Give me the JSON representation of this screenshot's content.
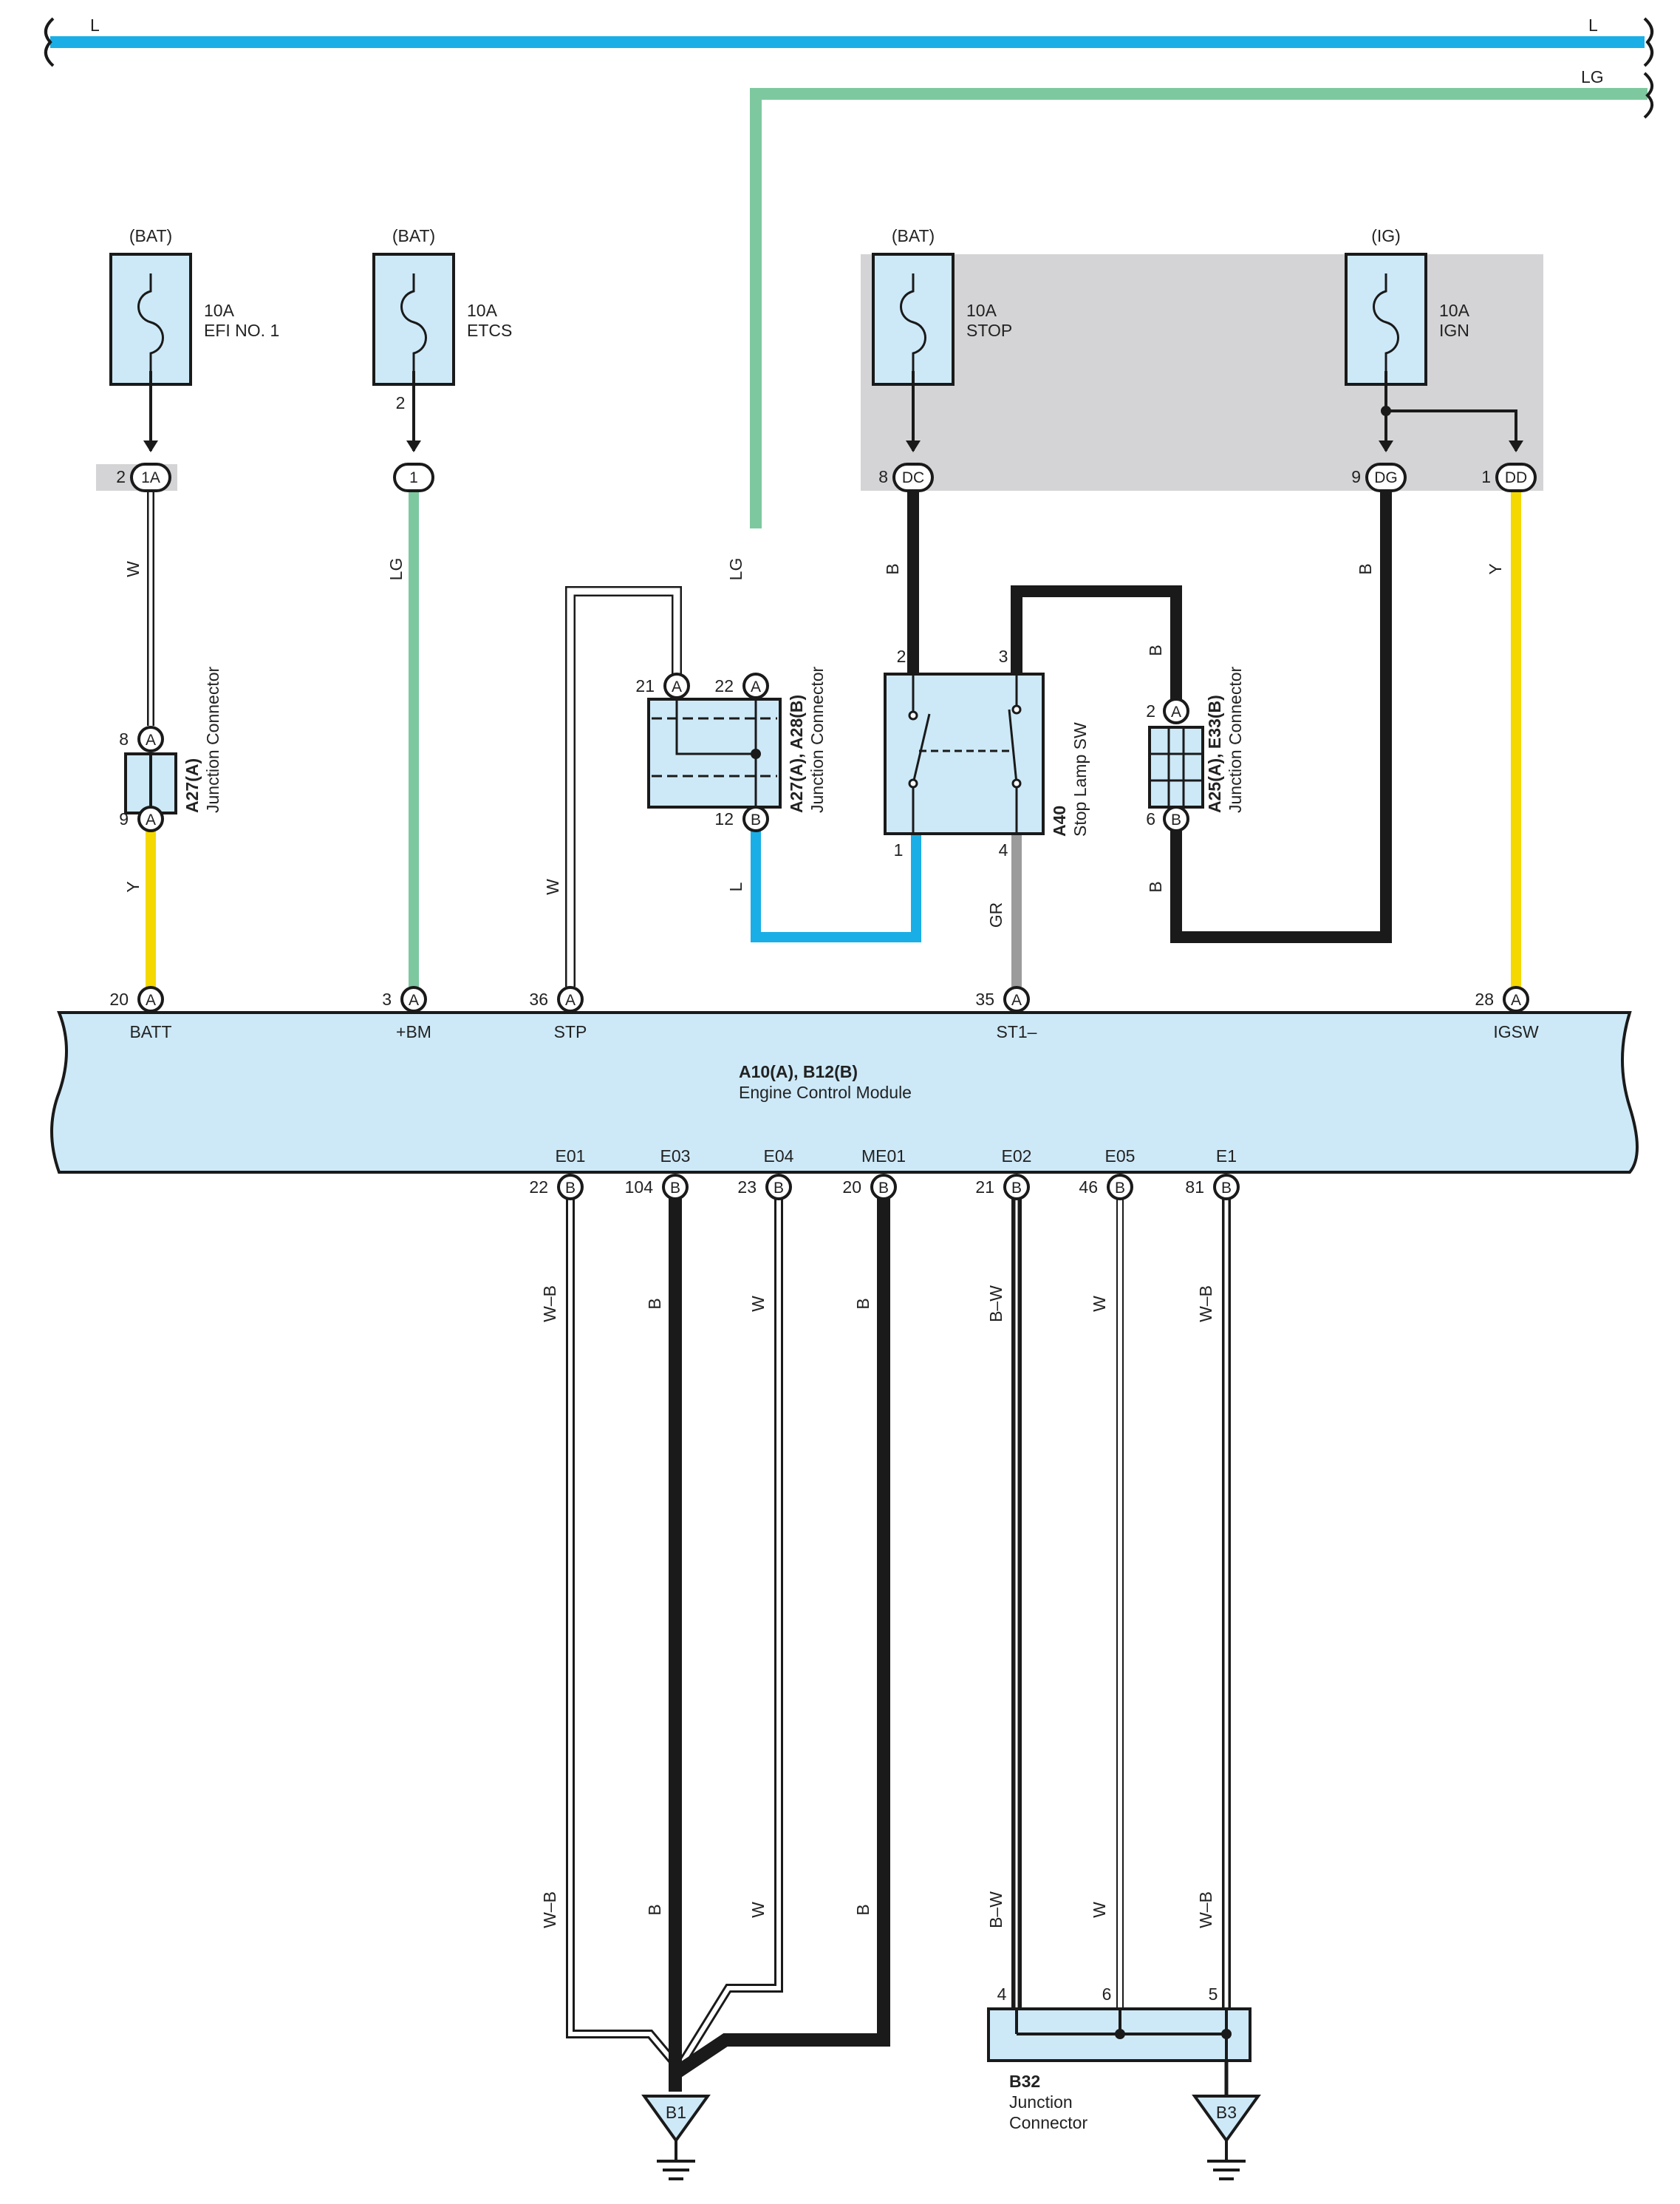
{
  "colors": {
    "L": "#1aaee6",
    "LG": "#7ec8a0",
    "Y": "#f5d800",
    "B": "#1a1a1a",
    "GR": "#9b9b9b",
    "component_fill": "#cde9f8",
    "shade": "#d4d4d6"
  },
  "bus": {
    "top_label_left": "L",
    "top_label_right": "L",
    "second_label": "LG"
  },
  "fuses": [
    {
      "id": "efi",
      "source": "(BAT)",
      "rating": "10A",
      "name": "EFI NO. 1"
    },
    {
      "id": "etcs",
      "source": "(BAT)",
      "rating": "10A",
      "name": "ETCS"
    },
    {
      "id": "stop",
      "source": "(BAT)",
      "rating": "10A",
      "name": "STOP"
    },
    {
      "id": "ign",
      "source": "(IG)",
      "rating": "10A",
      "name": "IGN"
    }
  ],
  "junction_blocks": {
    "efi": {
      "pin": "2",
      "code": "1A"
    },
    "etcs_pin_above": "2",
    "etcs": {
      "code": "1"
    },
    "stop": {
      "pin": "8",
      "code": "DC"
    },
    "ign_dg": {
      "pin": "9",
      "code": "DG"
    },
    "ign_dd": {
      "pin": "1",
      "code": "DD"
    }
  },
  "connectors": {
    "a27": {
      "id": "A27(A)",
      "name": "Junction Connector",
      "pin_top": "8",
      "pin_bottom": "9",
      "letter": "A"
    },
    "a27a28": {
      "id": "A27(A), A28(B)",
      "name": "Junction Connector",
      "pin_a1": "21",
      "pin_a2": "22",
      "pin_b": "12",
      "letter_a": "A",
      "letter_b": "B"
    },
    "a40": {
      "id": "A40",
      "name": "Stop Lamp SW",
      "pin_2": "2",
      "pin_3": "3",
      "pin_1": "1",
      "pin_4": "4"
    },
    "a25e33": {
      "id": "A25(A), E33(B)",
      "name": "Junction Connector",
      "pin_top": "2",
      "pin_bottom": "6",
      "letter_a": "A",
      "letter_b": "B"
    },
    "b32": {
      "id": "B32",
      "name_line1": "Junction",
      "name_line2": "Connector",
      "pin_4": "4",
      "pin_6": "6",
      "pin_5": "5"
    }
  },
  "ecm": {
    "id": "A10(A), B12(B)",
    "name": "Engine Control Module",
    "top_terminals": [
      {
        "pin": "20",
        "conn": "A",
        "label": "BATT"
      },
      {
        "pin": "3",
        "conn": "A",
        "label": "+BM"
      },
      {
        "pin": "36",
        "conn": "A",
        "label": "STP"
      },
      {
        "pin": "35",
        "conn": "A",
        "label": "ST1–"
      },
      {
        "pin": "28",
        "conn": "A",
        "label": "IGSW"
      }
    ],
    "bottom_terminals": [
      {
        "pin": "22",
        "conn": "B",
        "label": "E01"
      },
      {
        "pin": "104",
        "conn": "B",
        "label": "E03"
      },
      {
        "pin": "23",
        "conn": "B",
        "label": "E04"
      },
      {
        "pin": "20",
        "conn": "B",
        "label": "ME01"
      },
      {
        "pin": "21",
        "conn": "B",
        "label": "E02"
      },
      {
        "pin": "46",
        "conn": "B",
        "label": "E05"
      },
      {
        "pin": "81",
        "conn": "B",
        "label": "E1"
      }
    ]
  },
  "wire_labels": {
    "efi_w": "W",
    "efi_y": "Y",
    "etcs_lg": "LG",
    "lg_to_a27": "LG",
    "stp_w": "W",
    "a27_l": "L",
    "stop_b": "B",
    "sw3_b": "B",
    "a25_b_bottom": "B",
    "a40_gr": "GR",
    "ign_b": "B",
    "igsw_y": "Y",
    "bottom_upper": [
      "W–B",
      "B",
      "W",
      "B",
      "B–W",
      "W",
      "W–B"
    ],
    "bottom_lower": [
      "W–B",
      "B",
      "W",
      "B",
      "B–W",
      "W",
      "W–B"
    ]
  },
  "grounds": [
    {
      "id": "B1"
    },
    {
      "id": "B3"
    }
  ]
}
